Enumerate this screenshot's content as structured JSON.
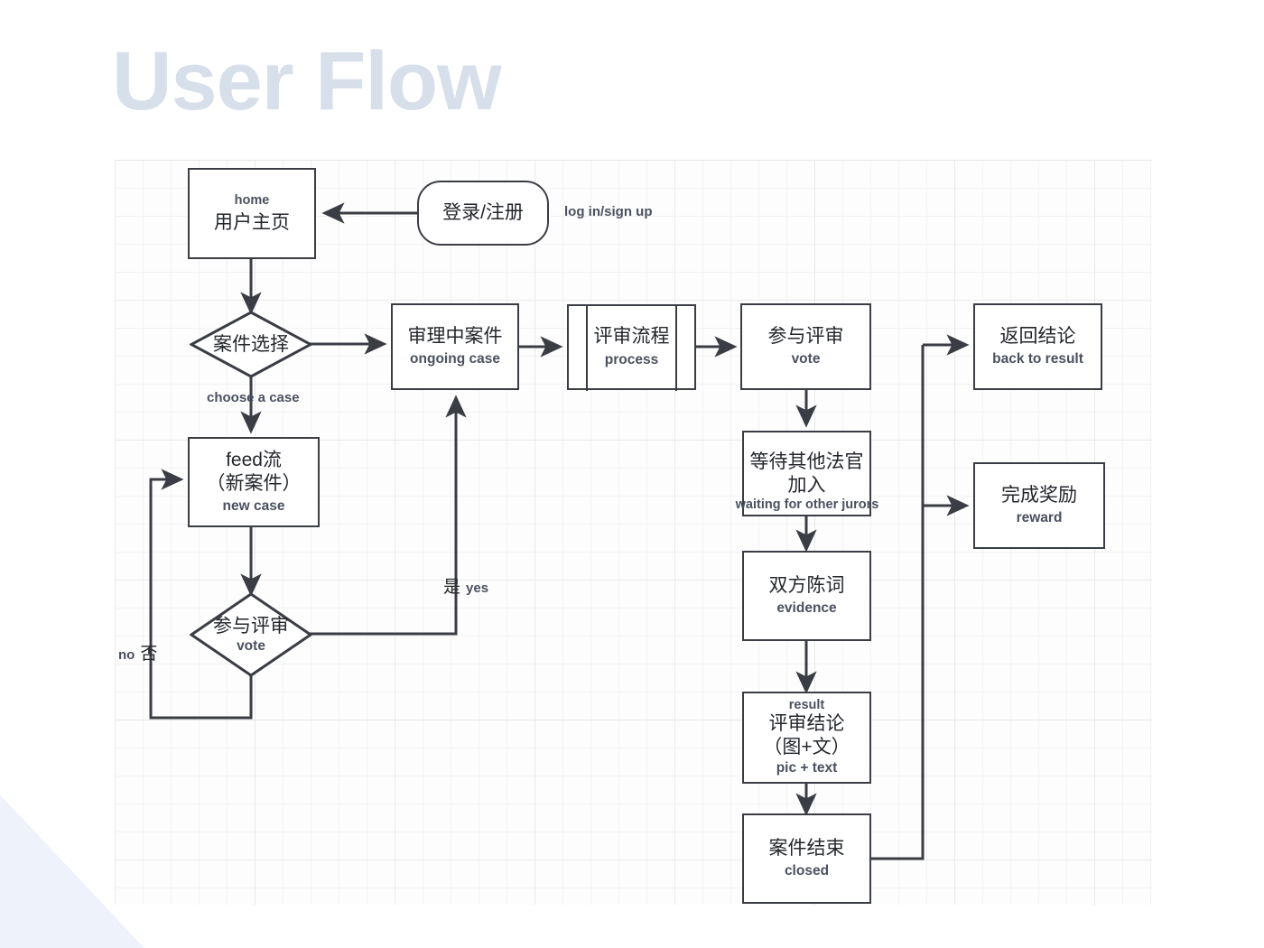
{
  "page": {
    "title": "User Flow",
    "title_color": "#d7dfeb",
    "canvas_bg": "#fdfdfd",
    "node_border_color": "#3a3d44",
    "accent_corner_color": "#eef3fb"
  },
  "nodes": {
    "home": {
      "en": "home",
      "cn": "用户主页",
      "shape": "process"
    },
    "login": {
      "cn": "登录/注册",
      "shape": "terminator"
    },
    "login_label": "log in/sign up",
    "case_select": {
      "cn": "案件选择",
      "shape": "decision"
    },
    "case_select_label": "choose a case",
    "ongoing": {
      "cn": "审理中案件",
      "en": "ongoing case",
      "shape": "process"
    },
    "process": {
      "cn": "评审流程",
      "en": "process",
      "shape": "predefined-process"
    },
    "vote_box": {
      "cn": "参与评审",
      "en": "vote",
      "shape": "process"
    },
    "feed": {
      "cn1": "feed流",
      "cn2": "（新案件）",
      "en": "new case",
      "shape": "process"
    },
    "vote_decision": {
      "cn": "参与评审",
      "en": "vote",
      "shape": "decision"
    },
    "waiting": {
      "cn1": "等待其他法官",
      "cn2": "加入",
      "en": "waiting for other jurors",
      "shape": "process"
    },
    "evidence": {
      "cn": "双方陈词",
      "en": "evidence",
      "shape": "process"
    },
    "result": {
      "en_top": "result",
      "cn1": "评审结论",
      "cn2": "（图+文）",
      "en_bottom": "pic + text",
      "shape": "process"
    },
    "closed": {
      "cn": "案件结束",
      "en": "closed",
      "shape": "process"
    },
    "back_to_result": {
      "cn": "返回结论",
      "en": "back to result",
      "shape": "process"
    },
    "reward": {
      "cn": "完成奖励",
      "en": "reward",
      "shape": "process"
    }
  },
  "edge_labels": {
    "yes_zh": "是",
    "yes_en": "yes",
    "no_en": "no",
    "no_zh": "否"
  }
}
